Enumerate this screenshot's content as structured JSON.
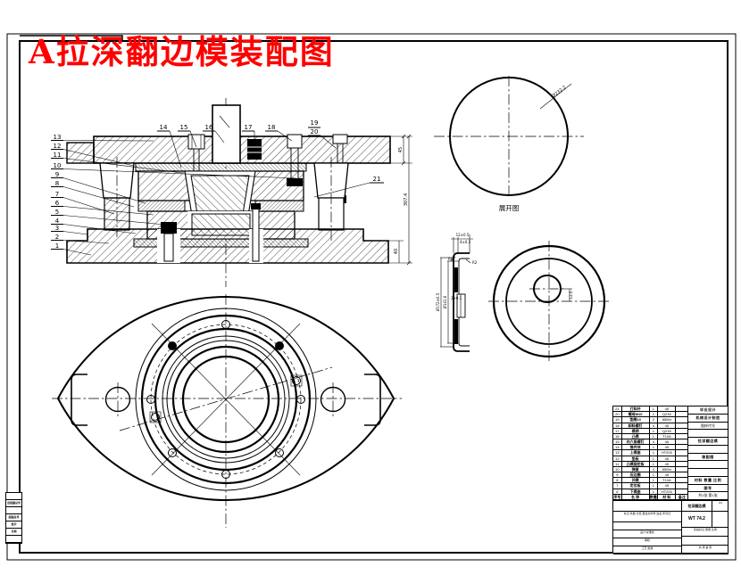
{
  "title": {
    "text": "A拉深翻边模装配图",
    "color": "#ff0000"
  },
  "section_view": {
    "left_numbers": [
      "13",
      "12",
      "11",
      "10",
      "9",
      "8",
      "7",
      "6",
      "5",
      "4",
      "3",
      "2",
      "1"
    ],
    "top_numbers": [
      "14",
      "15",
      "16",
      "17",
      "18"
    ],
    "stack_numbers": [
      "19",
      "20"
    ],
    "right_number": "21",
    "dim_top": "45",
    "dim_overall": "307.4",
    "dim_bottom": "40"
  },
  "blank_view": {
    "caption": "展开图",
    "dim": "Ø232.2"
  },
  "detail_view": {
    "dim_w1": "12±0.5",
    "dim_w2": "4±0.2",
    "r1": "R8",
    "r2": "R2",
    "dim_mid": "2±0.1",
    "dim_od": "Ø172±0.5",
    "dim_id": "Ø141.6",
    "dim_hole": "12.5"
  },
  "title_block": {
    "bom": {
      "header": [
        "序号",
        "名 称",
        "数量",
        "材 料",
        "备注"
      ],
      "rows": [
        [
          "21",
          "打料杆",
          "1",
          "45",
          ""
        ],
        [
          "20",
          "螺母M10",
          "2",
          "Q235",
          ""
        ],
        [
          "19",
          "垫圈10",
          "2",
          "65Mn",
          ""
        ],
        [
          "18",
          "卸料螺钉",
          "4",
          "45",
          ""
        ],
        [
          "17",
          "模柄",
          "1",
          "Q235",
          ""
        ],
        [
          "16",
          "凸模",
          "1",
          "T10A",
          ""
        ],
        [
          "15",
          "内六角螺钉",
          "4",
          "45",
          ""
        ],
        [
          "14",
          "推件块",
          "1",
          "45",
          ""
        ],
        [
          "13",
          "上模座",
          "1",
          "HT200",
          ""
        ],
        [
          "12",
          "垫板",
          "1",
          "45",
          ""
        ],
        [
          "11",
          "凸模固定板",
          "1",
          "45",
          ""
        ],
        [
          "10",
          "弹簧",
          "4",
          "65Mn",
          ""
        ],
        [
          "9",
          "压边圈",
          "1",
          "45",
          ""
        ],
        [
          "8",
          "凹模",
          "1",
          "T10A",
          ""
        ],
        [
          "7",
          "定位板",
          "1",
          "45",
          ""
        ],
        [
          "6",
          "下模座",
          "1",
          "HT200",
          ""
        ]
      ]
    },
    "info_rows": [
      {
        "t": "毕业设计",
        "d": true
      },
      {
        "t": "机械设计制造",
        "d": true
      },
      {
        "t": "图样代号",
        "d": false
      },
      {
        "t": "",
        "d": false
      },
      {
        "t": "拉深翻边模",
        "d": true
      },
      {
        "t": "",
        "d": false
      },
      {
        "t": "装配图",
        "d": true
      },
      {
        "t": "",
        "d": false
      },
      {
        "t": "",
        "d": false
      },
      {
        "t": "材料 数量 比例",
        "d": true
      },
      {
        "t": "图号",
        "d": true
      },
      {
        "t": "共1张 第1张",
        "d": false
      }
    ],
    "bottom": {
      "rev": "标记 处数 分区 更改文件号 签名 年月日",
      "r1": "设计  标准化",
      "r2": "审核",
      "r3": "工艺  批准",
      "name": "拉深翻边模",
      "stamp": "WT 74.2",
      "stage": "阶段标记 质量 比例",
      "sheets": "共 张 第 张",
      "size": "A4"
    }
  },
  "corner_table": {
    "rows": [
      "",
      "旧底图总号",
      "",
      "底图总号",
      "签字",
      "日期",
      ""
    ]
  }
}
